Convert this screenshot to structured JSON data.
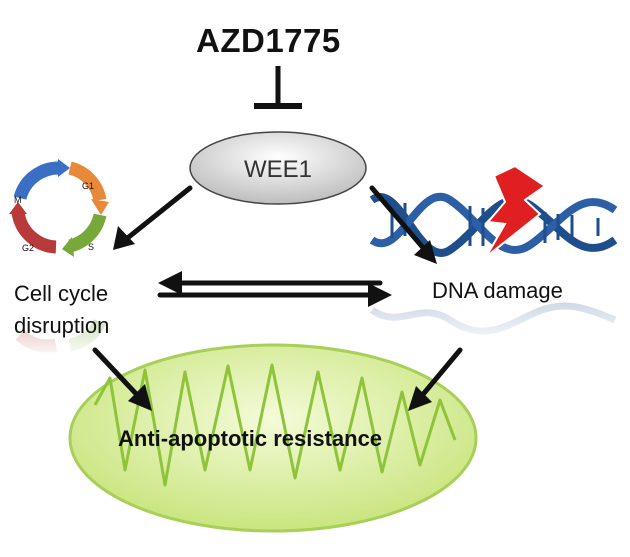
{
  "diagram": {
    "inhibitor_label": "AZD1775",
    "target_label": "WEE1",
    "cell_cycle_label_line1": "Cell cycle",
    "cell_cycle_label_line2": "disruption",
    "dna_damage_label": "DNA damage",
    "outcome_label": "Anti-apoptotic resistance",
    "cell_cycle_phases": [
      "M",
      "G1",
      "S",
      "G2"
    ],
    "colors": {
      "wee1_fill": "#d9d9d9",
      "mitochondrion_fill": "#d7ec9c",
      "mitochondrion_crista": "#8fc33a",
      "dna_strand": "#1f4e8c",
      "lightning": "#e02020",
      "phase_M": "#3a6fc4",
      "phase_G1": "#e8893a",
      "phase_S": "#78a83a",
      "phase_G2": "#b83a3a"
    }
  }
}
